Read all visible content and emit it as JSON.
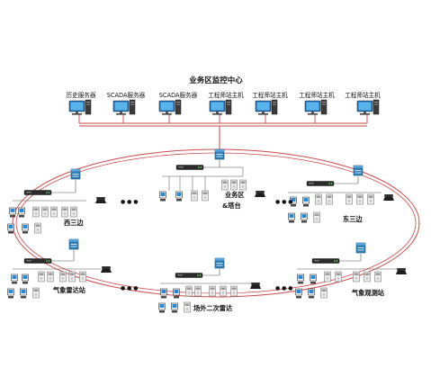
{
  "header": {
    "title": "业务区监控中心"
  },
  "servers": [
    {
      "label": "历史服务器"
    },
    {
      "label": "SCADA服务器"
    },
    {
      "label": "SCADA服务器"
    },
    {
      "label": "工程师站主机"
    },
    {
      "label": "工程师站主机"
    },
    {
      "label": "工程师站主机"
    },
    {
      "label": "工程师站主机"
    }
  ],
  "stations": {
    "business": {
      "line1": "业务区",
      "line2": "&塔台"
    },
    "west": {
      "label": "西三边"
    },
    "east": {
      "label": "东三边"
    },
    "radar": {
      "label": "气象雷达站"
    },
    "outer": {
      "label": "场外二次雷达"
    },
    "observe": {
      "label": "气象观测站"
    }
  },
  "ellipsis": "● ● ●",
  "colors": {
    "ring": "#c94a4a",
    "switch": "#2f7fb4",
    "monitor": "#2a88d0",
    "line": "#555555"
  }
}
